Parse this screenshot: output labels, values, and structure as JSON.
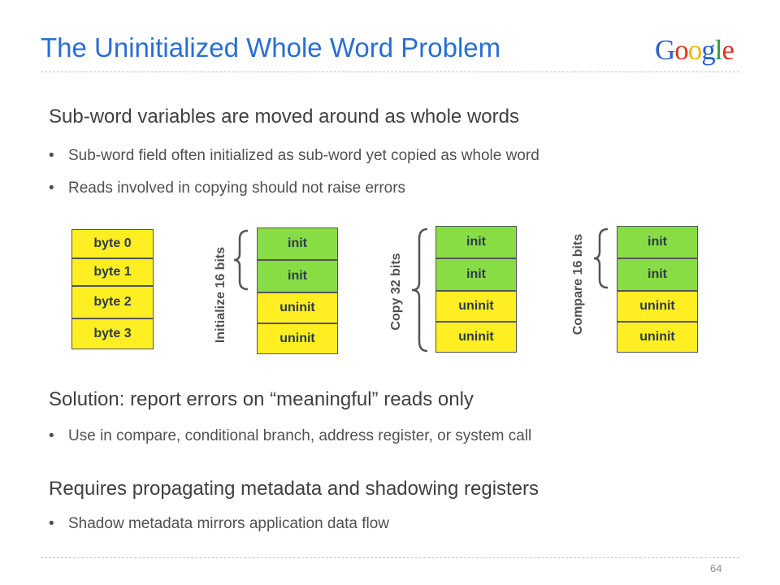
{
  "slide": {
    "title": "The Uninitialized  Whole Word Problem",
    "logo": {
      "text": "Google",
      "letters": [
        {
          "ch": "G",
          "color": "#2a5fd0"
        },
        {
          "ch": "o",
          "color": "#e2301f"
        },
        {
          "ch": "o",
          "color": "#f5b400"
        },
        {
          "ch": "g",
          "color": "#2a5fd0"
        },
        {
          "ch": "l",
          "color": "#2e9e3e"
        },
        {
          "ch": "e",
          "color": "#e2301f"
        }
      ]
    },
    "sections": [
      {
        "heading": "Sub-word variables are moved around as whole words",
        "bullets": [
          "Sub-word field often initialized as sub-word yet copied as whole word",
          "Reads involved in copying should not raise errors"
        ]
      },
      {
        "heading": "Solution: report errors on “meaningful” reads only",
        "bullets": [
          "Use in compare, conditional branch, address register, or system call"
        ]
      },
      {
        "heading": "Requires propagating metadata and shadowing registers",
        "bullets": [
          "Shadow metadata mirrors application data flow"
        ]
      }
    ],
    "bullet_char": "•",
    "page_number": "64"
  },
  "diagram": {
    "bytes": [
      "byte 0",
      "byte 1",
      "byte 2",
      "byte 3"
    ],
    "groups": [
      {
        "label": "Initialize 16 bits",
        "cells": [
          "init",
          "init",
          "uninit",
          "uninit"
        ]
      },
      {
        "label": "Copy 32 bits",
        "cells": [
          "init",
          "init",
          "uninit",
          "uninit"
        ]
      },
      {
        "label": "Compare 16 bits",
        "cells": [
          "init",
          "init",
          "uninit",
          "uninit"
        ]
      }
    ],
    "colors": {
      "init": "#88dd44",
      "uninit": "#ffee22",
      "byte": "#ffee22",
      "title": "#2a6ed4"
    }
  }
}
